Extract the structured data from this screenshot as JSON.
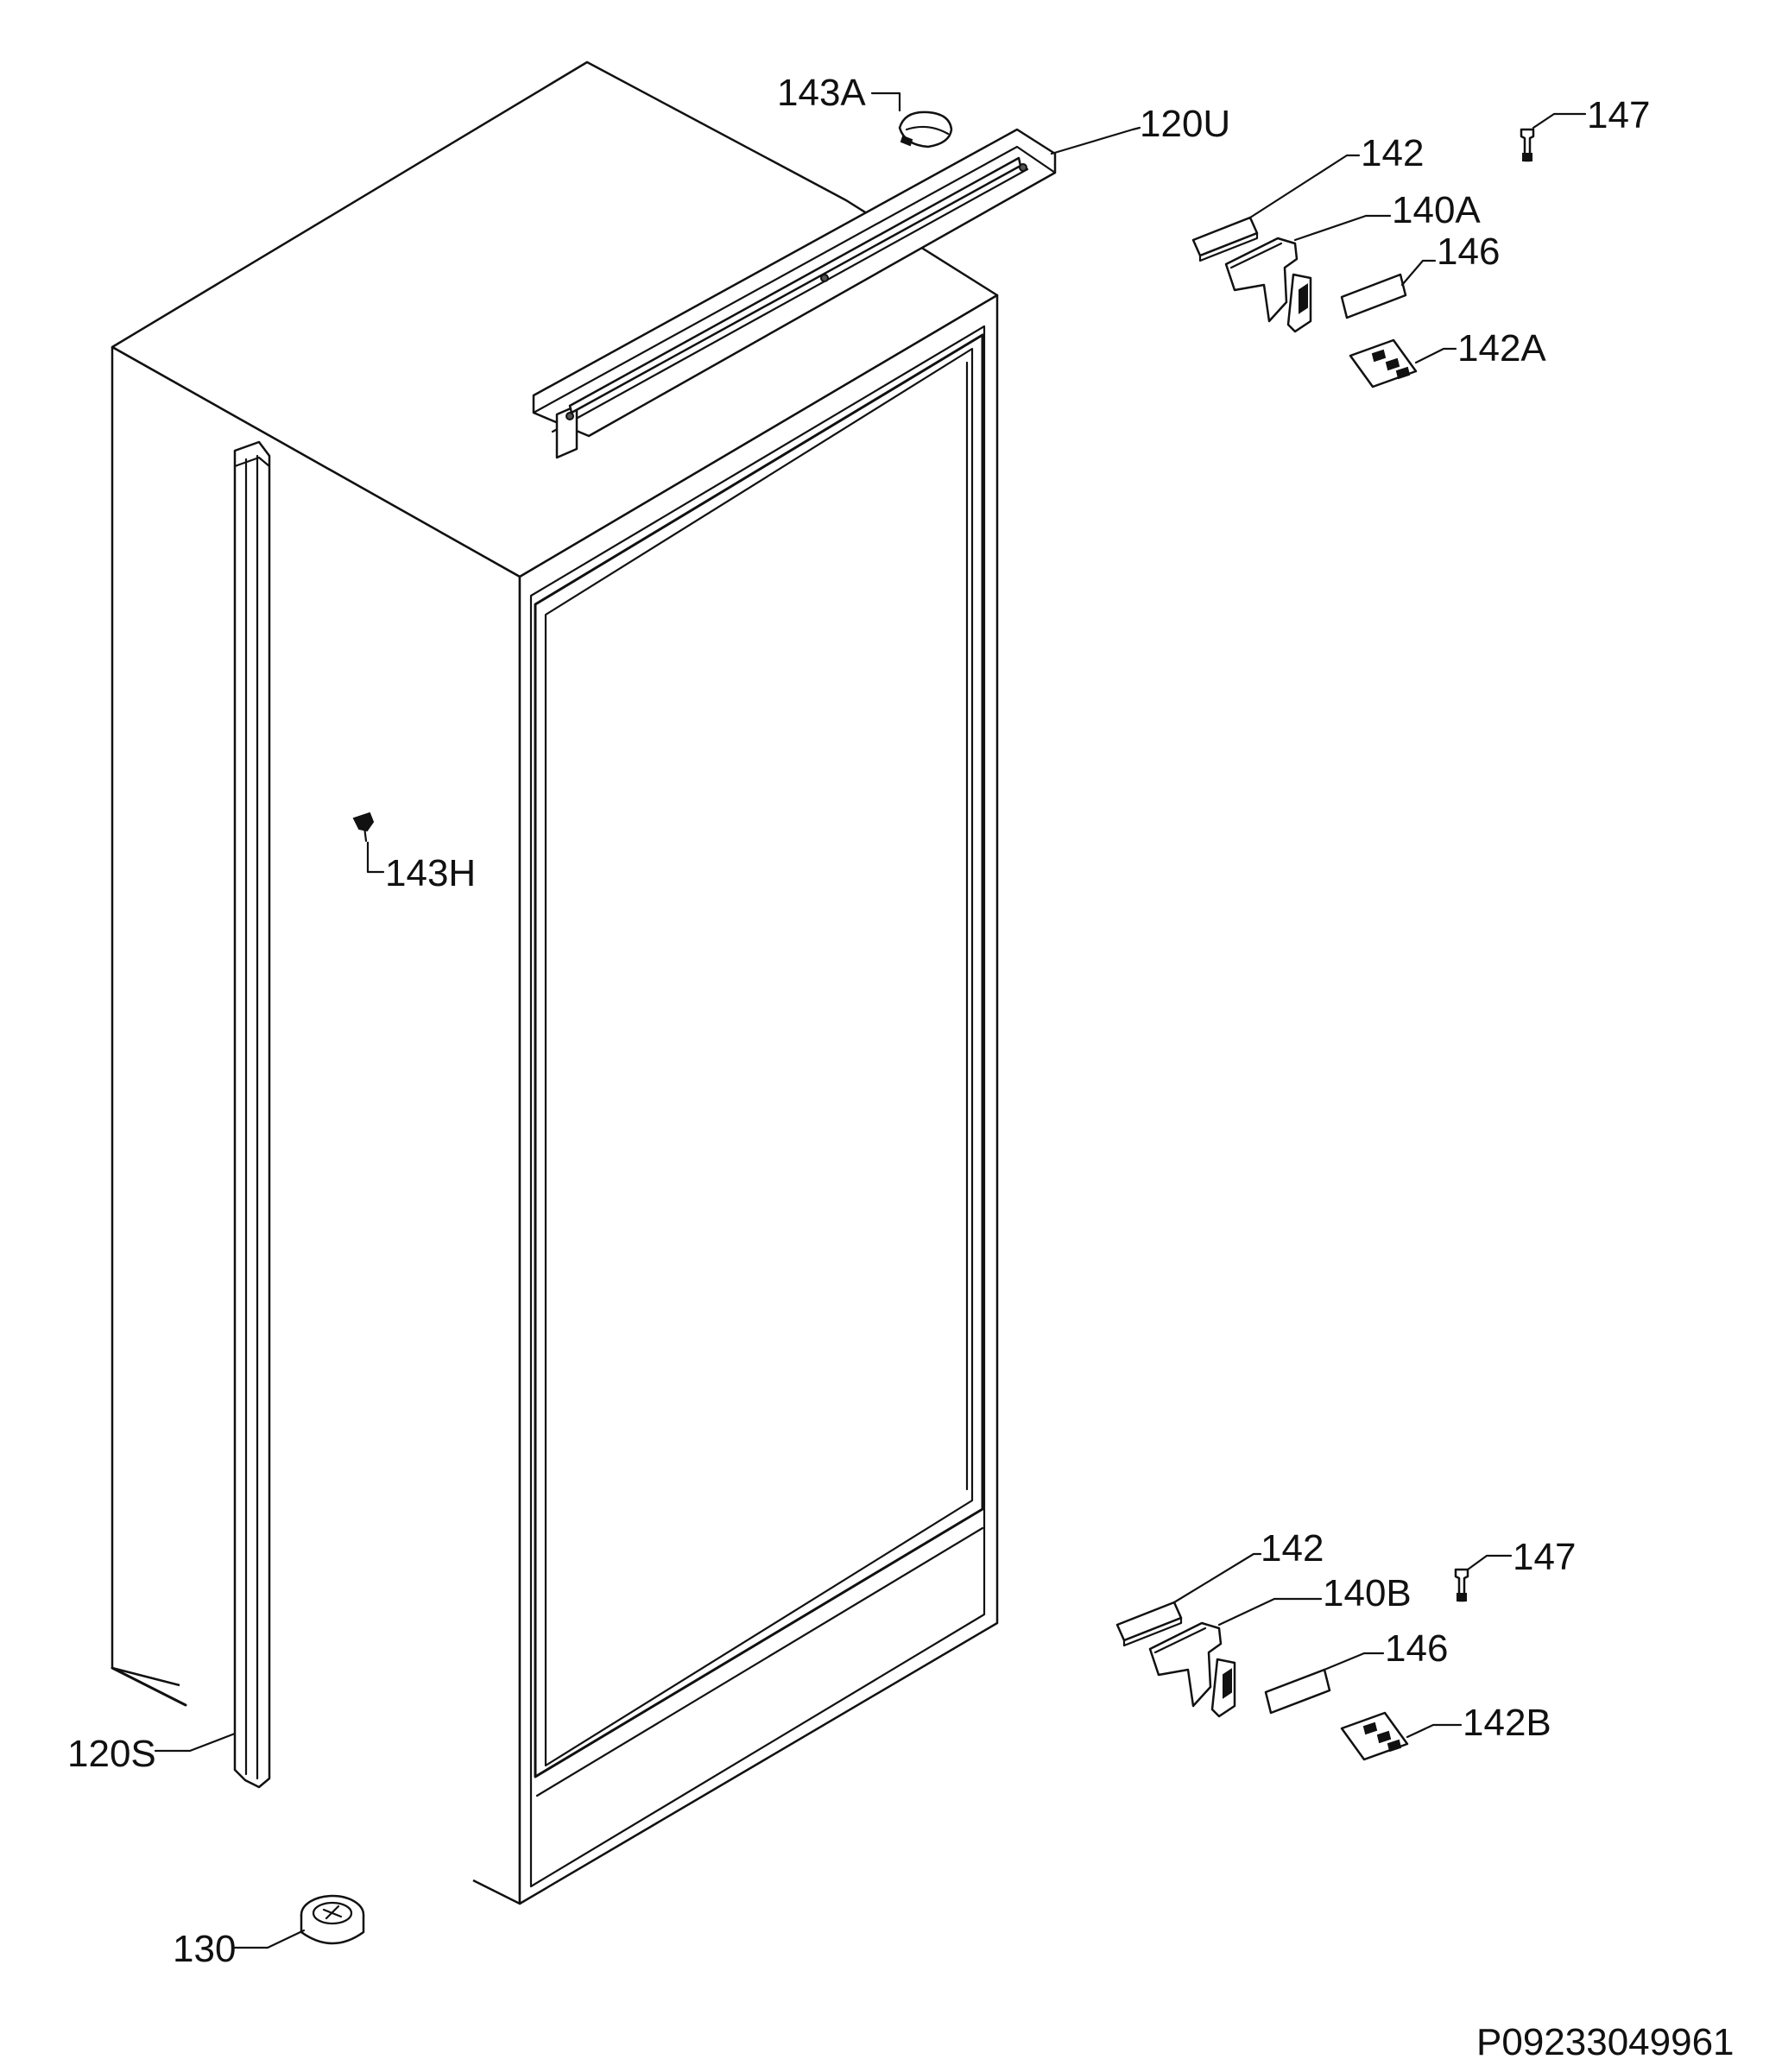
{
  "callouts": [
    {
      "id": "143A",
      "label": "143A"
    },
    {
      "id": "120U",
      "label": "120U"
    },
    {
      "id": "147-top",
      "label": "147"
    },
    {
      "id": "142-top",
      "label": "142"
    },
    {
      "id": "140A",
      "label": "140A"
    },
    {
      "id": "146-top",
      "label": "146"
    },
    {
      "id": "142A",
      "label": "142A"
    },
    {
      "id": "143H",
      "label": "143H"
    },
    {
      "id": "142-bottom",
      "label": "142"
    },
    {
      "id": "147-bottom",
      "label": "147"
    },
    {
      "id": "140B",
      "label": "140B"
    },
    {
      "id": "146-bottom",
      "label": "146"
    },
    {
      "id": "142B",
      "label": "142B"
    },
    {
      "id": "120S",
      "label": "120S"
    },
    {
      "id": "130",
      "label": "130"
    }
  ],
  "drawing_code": "P09233049961"
}
